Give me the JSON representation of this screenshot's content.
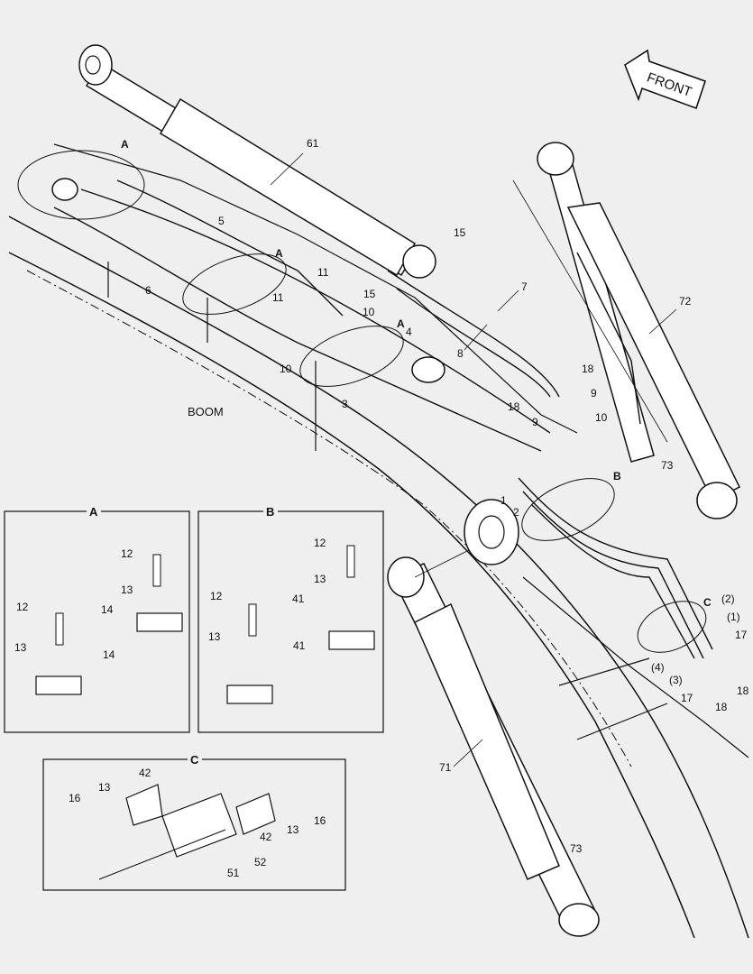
{
  "diagram": {
    "front_label": "FRONT",
    "boom_label": "BOOM",
    "detail_a_title": "A",
    "detail_b_title": "B",
    "detail_c_title": "C",
    "callouts": {
      "n61": "61",
      "n72": "72",
      "n71": "71",
      "n73a": "73",
      "n73b": "73",
      "n5": "5",
      "n6": "6",
      "n11a": "11",
      "n11b": "11",
      "n15a": "15",
      "n15b": "15",
      "n10a": "10",
      "n10b": "10",
      "n10c": "10",
      "n7": "7",
      "n8": "8",
      "n4": "4",
      "n3": "3",
      "n18a": "18",
      "n18b": "18",
      "n18c": "18",
      "n18d": "18",
      "n9a": "9",
      "n9b": "9",
      "n1": "1",
      "n2": "2",
      "p2": "(2)",
      "p1": "(1)",
      "p3": "(3)",
      "p4": "(4)",
      "n17a": "17",
      "n17b": "17",
      "markA1": "A",
      "markA2": "A",
      "markA3": "A",
      "markB": "B",
      "markC": "C"
    },
    "detail_a_callouts": {
      "c12a": "12",
      "c13a": "13",
      "c14a": "14",
      "c12b": "12",
      "c13b": "13",
      "c14b": "14"
    },
    "detail_b_callouts": {
      "c12a": "12",
      "c13a": "13",
      "c41a": "41",
      "c12b": "12",
      "c13b": "13",
      "c41b": "41"
    },
    "detail_c_callouts": {
      "c42a": "42",
      "c13a": "13",
      "c16a": "16",
      "c42b": "42",
      "c13b": "13",
      "c16b": "16",
      "c51": "51",
      "c52": "52"
    }
  }
}
